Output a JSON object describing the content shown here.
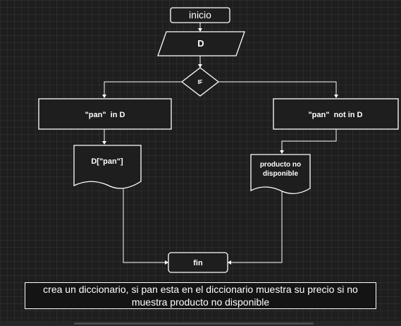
{
  "flowchart": {
    "nodes": {
      "inicio": "inicio",
      "input_d": "D",
      "decision": "IF",
      "branch_true": "\"pan\"  in D",
      "branch_false": "\"pan\"  not in D",
      "output_true": "D[\"pan\"]",
      "output_false_line1": "producto no",
      "output_false_line2": "disponible",
      "fin": "fin"
    }
  },
  "note": {
    "text": "crea un diccionario, si pan esta en el diccionario muestra su precio si no muestra producto no disponible"
  }
}
